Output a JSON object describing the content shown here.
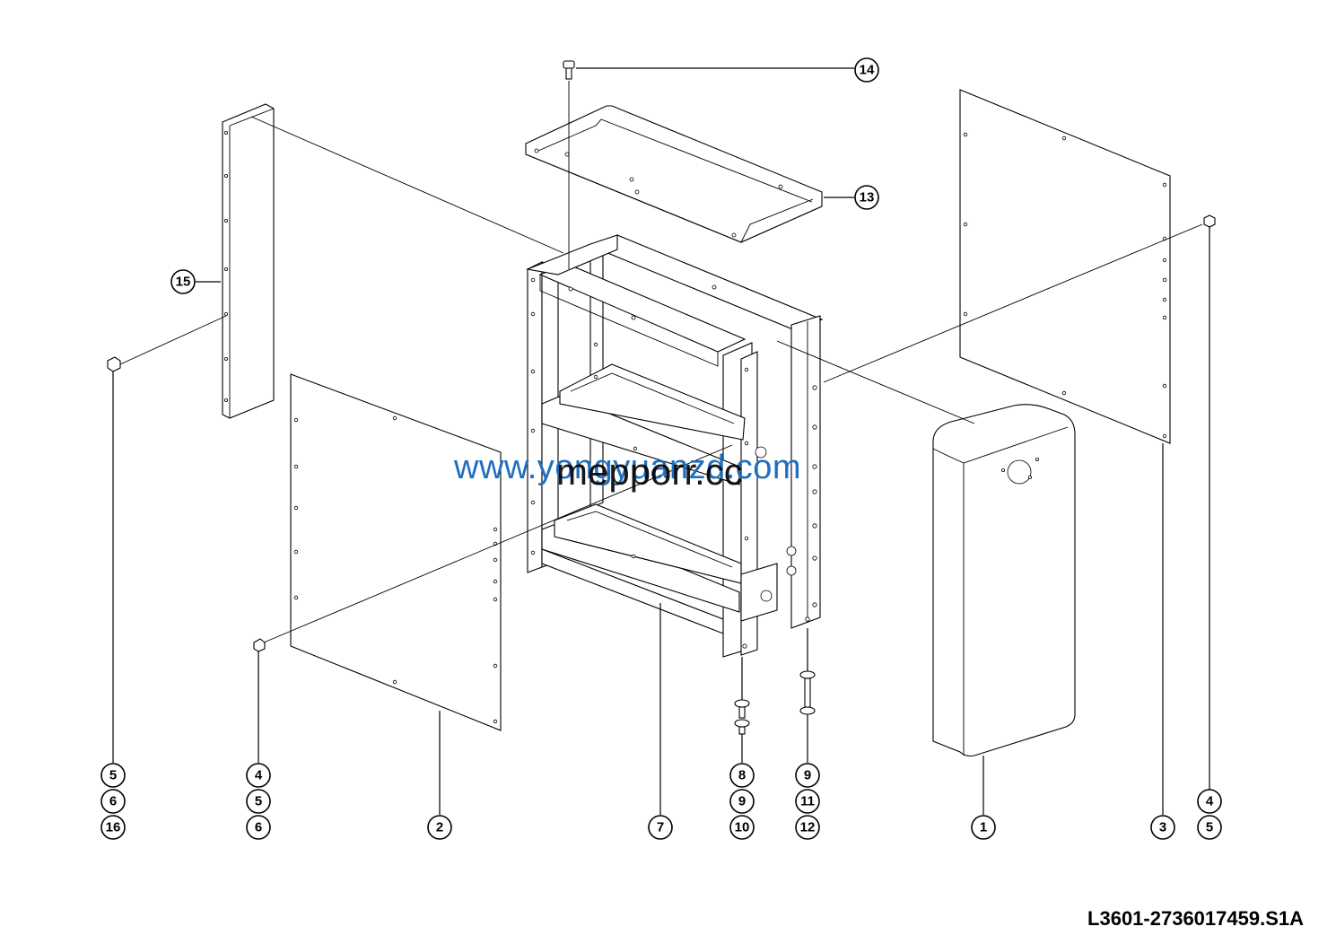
{
  "doc_code": "L3601-2736017459.S1A",
  "watermarks": [
    "www.yongyuanzd.com",
    "mepporr.cc"
  ],
  "callouts": [
    {
      "id": "c14",
      "label": "14"
    },
    {
      "id": "c13",
      "label": "13"
    },
    {
      "id": "c15",
      "label": "15"
    },
    {
      "id": "c5a",
      "label": "5"
    },
    {
      "id": "c6a",
      "label": "6"
    },
    {
      "id": "c16",
      "label": "16"
    },
    {
      "id": "c4a",
      "label": "4"
    },
    {
      "id": "c5b",
      "label": "5"
    },
    {
      "id": "c6b",
      "label": "6"
    },
    {
      "id": "c2",
      "label": "2"
    },
    {
      "id": "c7",
      "label": "7"
    },
    {
      "id": "c8",
      "label": "8"
    },
    {
      "id": "c9a",
      "label": "9"
    },
    {
      "id": "c10",
      "label": "10"
    },
    {
      "id": "c9b",
      "label": "9"
    },
    {
      "id": "c11",
      "label": "11"
    },
    {
      "id": "c12",
      "label": "12"
    },
    {
      "id": "c1",
      "label": "1"
    },
    {
      "id": "c3",
      "label": "3"
    },
    {
      "id": "c4b",
      "label": "4"
    },
    {
      "id": "c5c",
      "label": "5"
    }
  ]
}
